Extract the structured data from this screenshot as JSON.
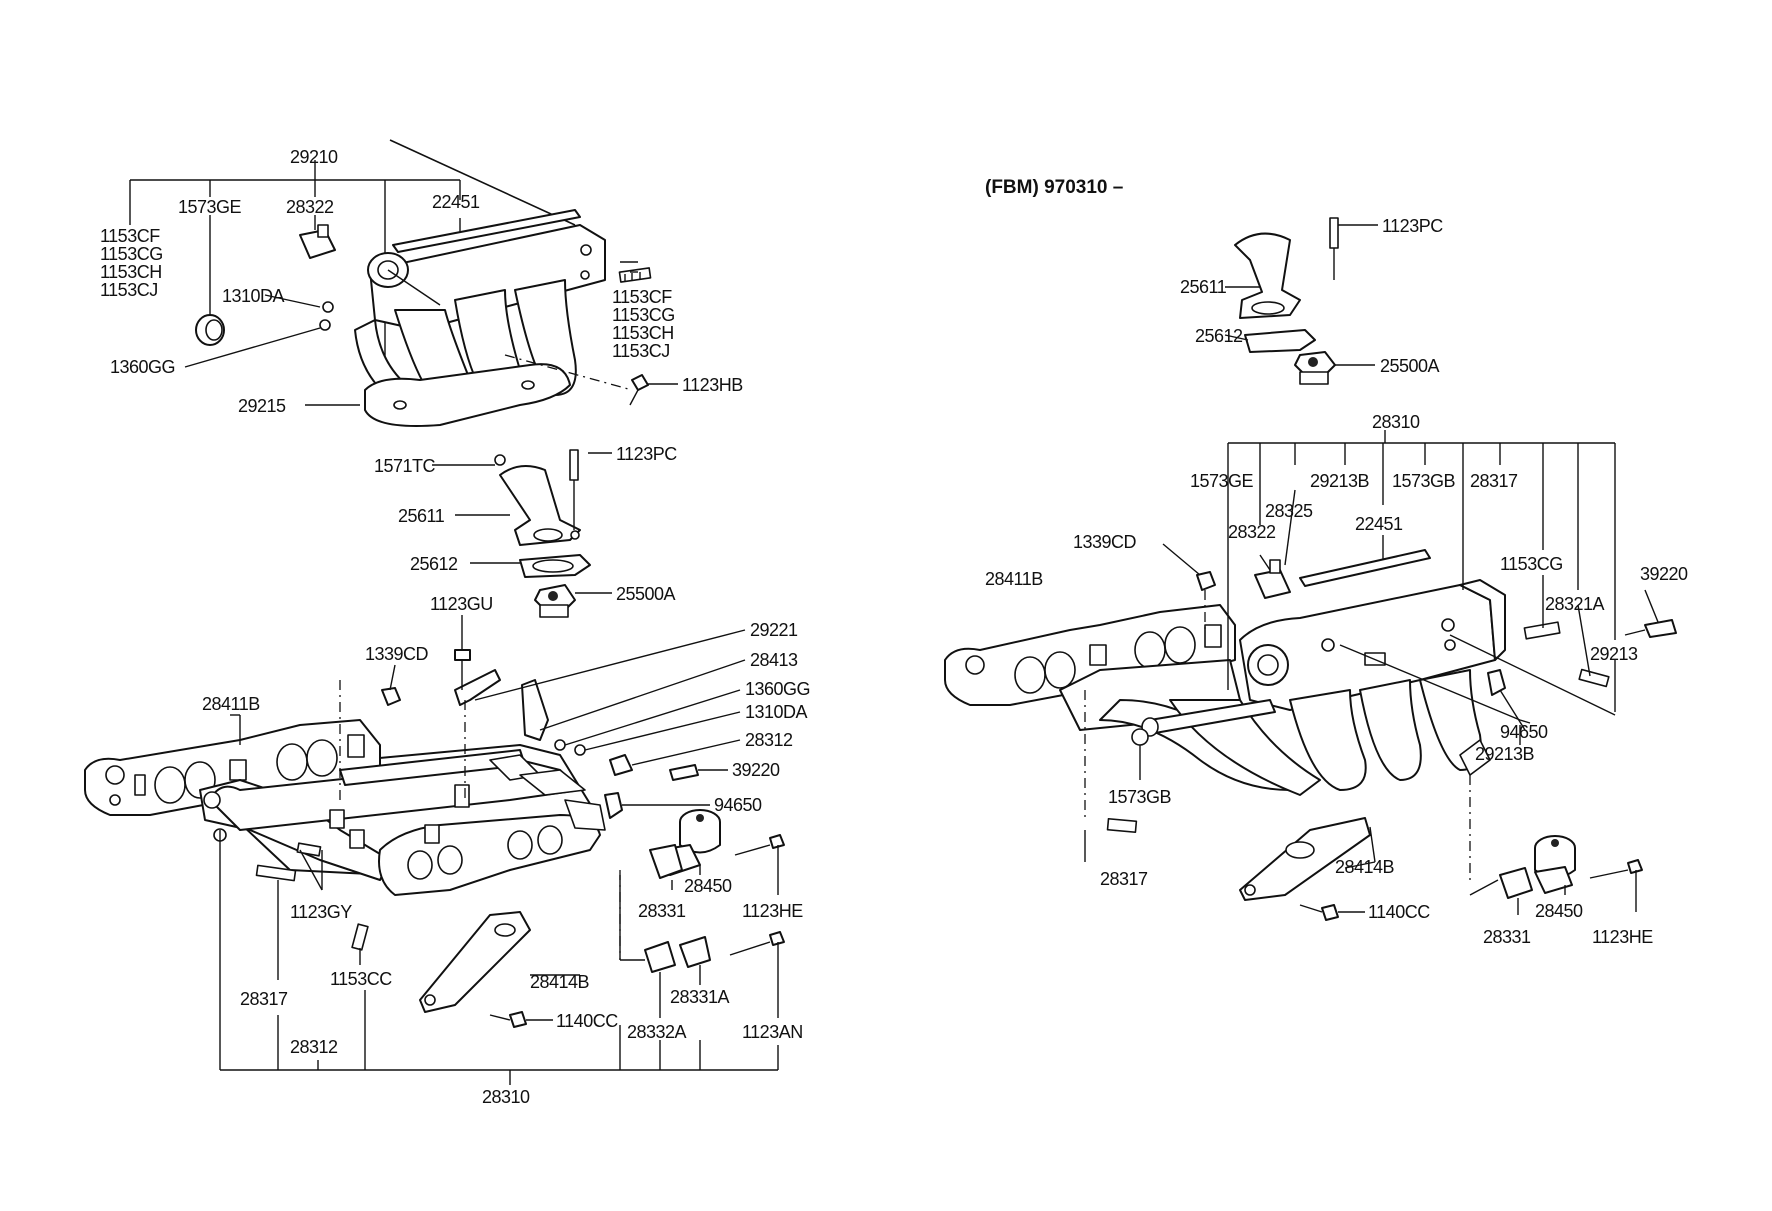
{
  "left_labels": {
    "a29210": "29210",
    "a1573GE": "1573GE",
    "a28322": "28322",
    "a22451": "22451",
    "a1153CF": "1153CF",
    "a1153CG": "1153CG",
    "a1153CH": "1153CH",
    "a1153CJ": "1153CJ",
    "b1153CF": "1153CF",
    "b1153CG": "1153CG",
    "b1153CH": "1153CH",
    "b1153CJ": "1153CJ",
    "a1310DA": "1310DA",
    "a1360GG": "1360GG",
    "a1123HB": "1123HB",
    "a29215": "29215",
    "a1571TC": "1571TC",
    "a1123PC": "1123PC",
    "a25611": "25611",
    "a25612": "25612",
    "a25500A": "25500A",
    "a1123GU": "1123GU",
    "a29221": "29221",
    "a28413": "28413",
    "a1339CD": "1339CD",
    "b1360GG": "1360GG",
    "b1310DA": "1310DA",
    "a28411B": "28411B",
    "a28312": "28312",
    "a39220": "39220",
    "a94650": "94650",
    "a1123GY": "1123GY",
    "a28450": "28450",
    "a28331": "28331",
    "a1123HE": "1123HE",
    "a28317": "28317",
    "a1153CC": "1153CC",
    "a28414B": "28414B",
    "a28331A": "28331A",
    "a1140CC": "1140CC",
    "a28332A": "28332A",
    "a1123AN": "1123AN",
    "b28312": "28312",
    "a28310": "28310"
  },
  "right_header": "(FBM) 970310 –",
  "right_labels": {
    "r1123PC": "1123PC",
    "r25611": "25611",
    "r25612": "25612",
    "r25500A": "25500A",
    "r28310": "28310",
    "r1573GE": "1573GE",
    "r29213B": "29213B",
    "r1573GB": "1573GB",
    "r28317": "28317",
    "r28325": "28325",
    "r28322": "28322",
    "r22451": "22451",
    "r1339CD": "1339CD",
    "r1153CG": "1153CG",
    "r39220": "39220",
    "r28411B": "28411B",
    "r28321A": "28321A",
    "r29213": "29213",
    "r94650": "94650",
    "r29213B2": "29213B",
    "r1573GB2": "1573GB",
    "r28317b": "28317",
    "r28414B": "28414B",
    "r1140CC": "1140CC",
    "r28450": "28450",
    "r28331": "28331",
    "r1123HE": "1123HE"
  }
}
